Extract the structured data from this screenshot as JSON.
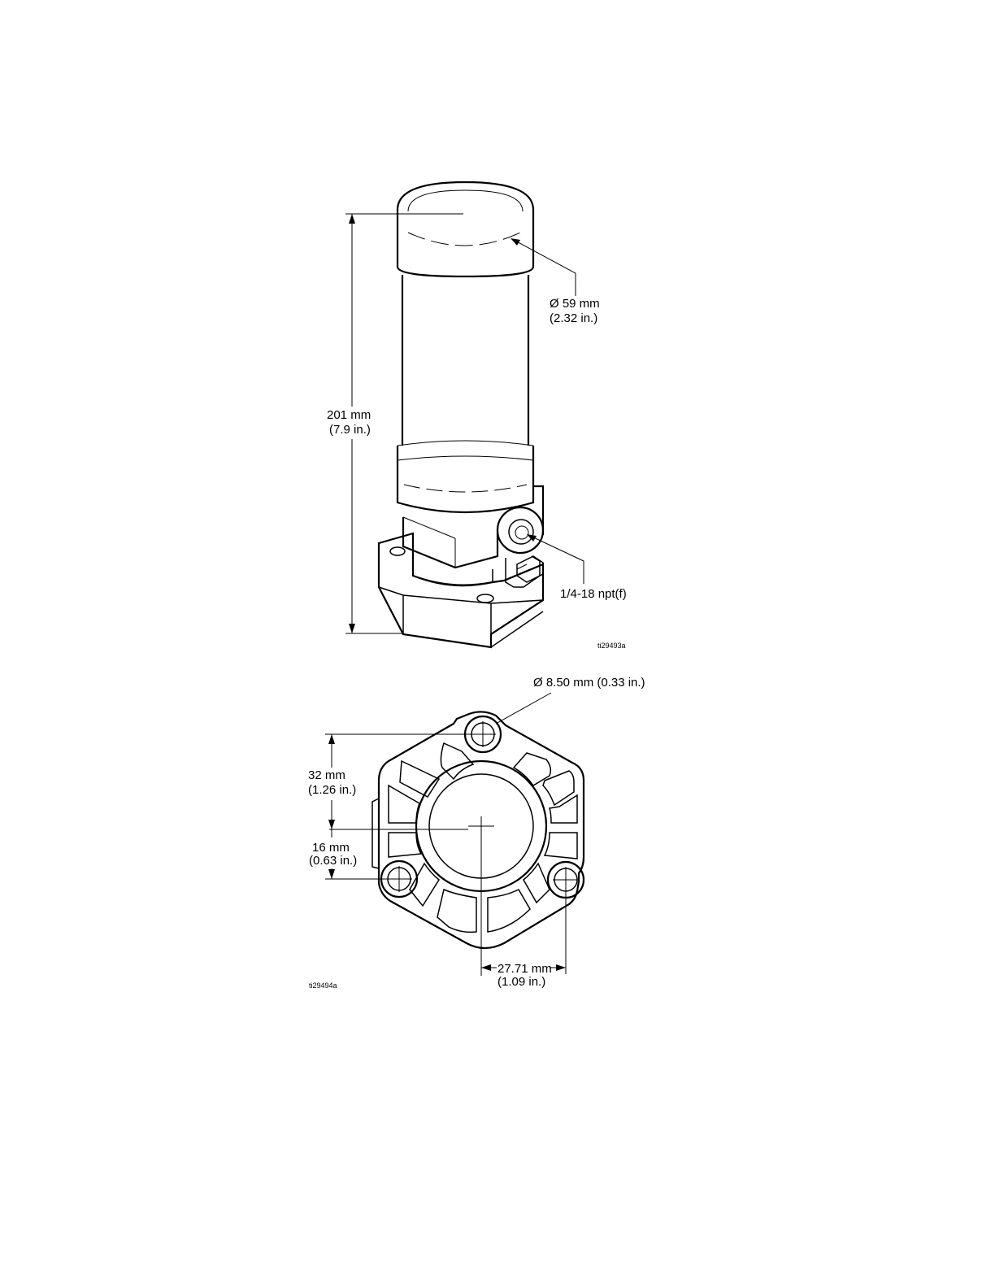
{
  "side_view": {
    "height": {
      "mm": "201 mm",
      "in": "(7.9 in.)"
    },
    "diameter": {
      "mm": "Ø 59 mm",
      "in": "(2.32 in.)"
    },
    "port": "1/4-18 npt(f)",
    "figure_id": "ti29493a"
  },
  "bottom_view": {
    "hole_diameter": "Ø 8.50 mm (0.33 in.)",
    "dim_32": {
      "mm": "32 mm",
      "in": "(1.26 in.)"
    },
    "dim_16": {
      "mm": "16 mm",
      "in": "(0.63 in.)"
    },
    "dim_2771": {
      "mm": "27.71 mm",
      "in": "(1.09 in.)"
    },
    "figure_id": "ti29494a"
  }
}
